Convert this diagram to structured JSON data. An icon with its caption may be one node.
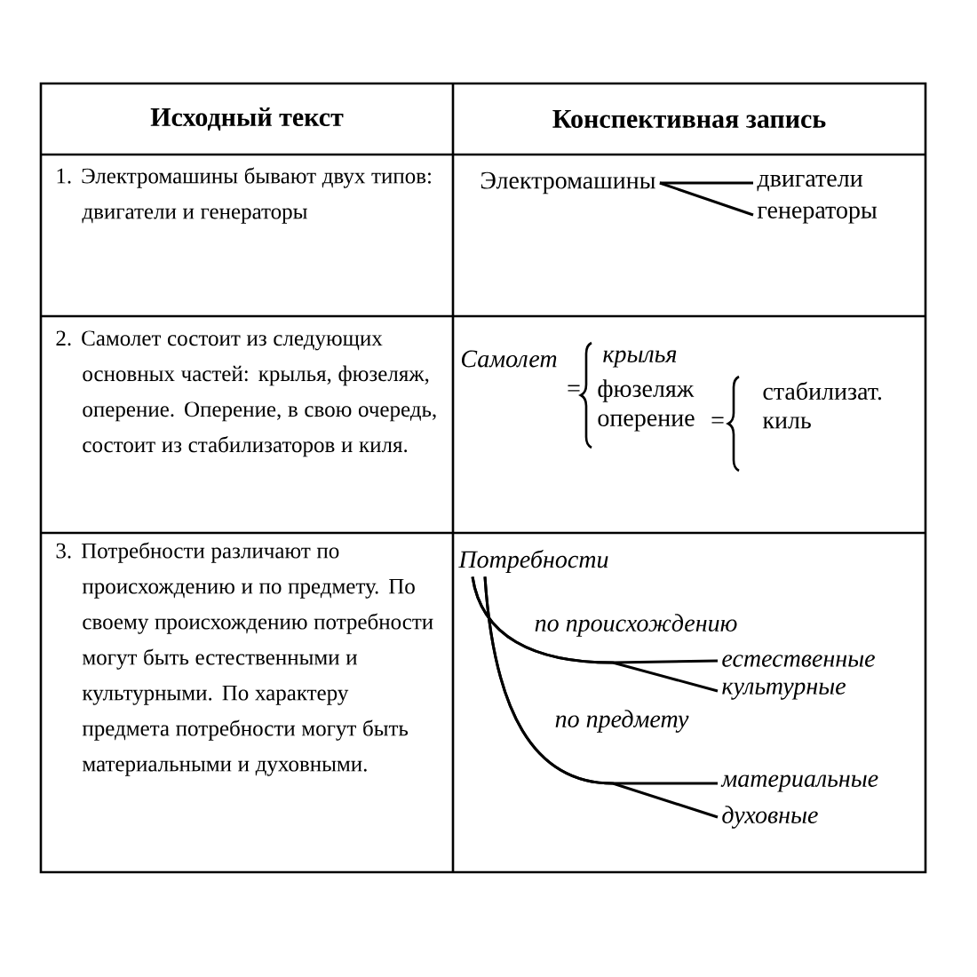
{
  "diagram": {
    "nodes": [
      {
        "text": [
          "Электромашины"
        ]
      },
      {
        "text": [
          "двигатели"
        ]
      },
      {
        "text": [
          "генераторы"
        ]
      },
      {
        "text": [
          "Потребности"
        ]
      },
      {
        "text": [
          "естественные"
        ]
      },
      {
        "text": [
          "культурные"
        ]
      },
      {
        "text": [
          "материальные"
        ]
      },
      {
        "text": [
          "духовные"
        ]
      }
    ],
    "edges": [
      {
        "from": 0,
        "to": 1,
        "arrow": "none"
      },
      {
        "from": 0,
        "to": 2,
        "arrow": "none"
      },
      {
        "from": 3,
        "to": 4,
        "arrow": "none",
        "label": "по происхождению"
      },
      {
        "from": 3,
        "to": 5,
        "arrow": "none"
      },
      {
        "from": 3,
        "to": 6,
        "arrow": "none",
        "label": "по предмету"
      },
      {
        "from": 3,
        "to": 7,
        "arrow": "none"
      }
    ],
    "labels": [
      "Исходный текст",
      "Конспективная запись",
      "1. Электромашины бывают двух типов: двигатели и генераторы",
      "2. Самолет состоит из следующих основных частей: крылья, фюзеляж, оперение. Оперение, в свою очередь, состоит из стабилизаторов и киля.",
      "Самолет",
      "=",
      "крылья",
      "фюзеляж",
      "оперение",
      "=",
      "стабилизат.",
      "киль",
      "3. Потребности различают по происхождению и по предмету. По своему происхождению потребности могут быть естественными и культурными. По характеру предмета потребности могут быть материальными и духовными."
    ]
  }
}
